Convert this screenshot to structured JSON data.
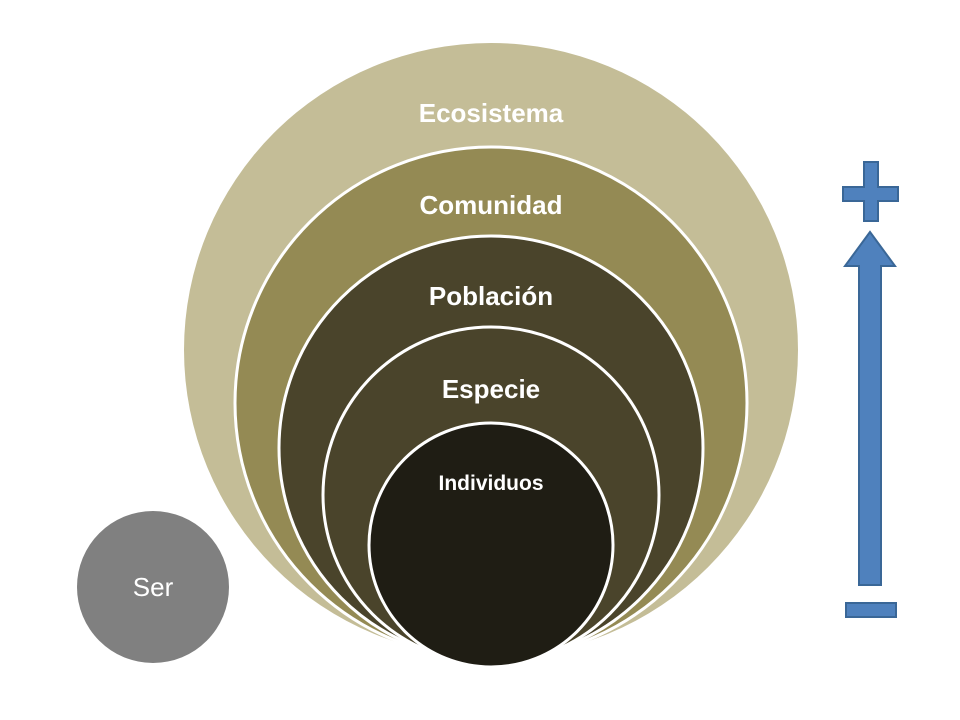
{
  "levels": [
    {
      "label": "Ecosistema",
      "color": "#c4bd97"
    },
    {
      "label": "Comunidad",
      "color": "#948a54"
    },
    {
      "label": "Población",
      "color": "#4a442b"
    },
    {
      "label": "Especie",
      "color": "#4a442b"
    },
    {
      "label": "Individuos",
      "color": "#1f1d14"
    }
  ],
  "ser": {
    "label": "Ser",
    "color": "#808080"
  },
  "scale": {
    "color": "#4f81bd",
    "stroke": "#3a6797"
  }
}
